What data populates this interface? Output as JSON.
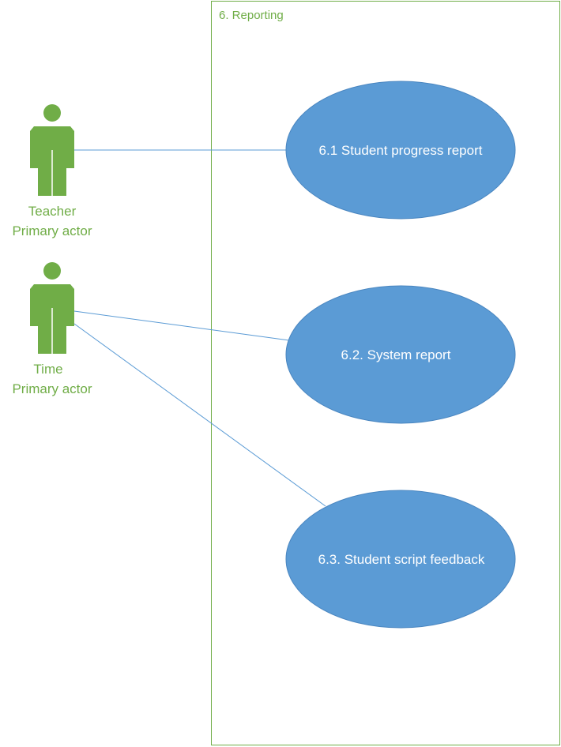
{
  "colors": {
    "actor": "#70AD47",
    "usecase_fill": "#5B9BD5",
    "usecase_text": "#FFFFFF",
    "connector": "#5B9BD5",
    "boundary": "#70AD47"
  },
  "boundary": {
    "label": "6. Reporting"
  },
  "actors": [
    {
      "id": "teacher",
      "name": "Teacher",
      "role": "Primary actor",
      "icon": "person-icon"
    },
    {
      "id": "time",
      "name": "Time",
      "role": "Primary actor",
      "icon": "person-icon"
    }
  ],
  "use_cases": [
    {
      "id": "uc1",
      "label": "6.1 Student progress report"
    },
    {
      "id": "uc2",
      "label": "6.2. System report"
    },
    {
      "id": "uc3",
      "label": "6.3. Student script feedback"
    }
  ],
  "associations": [
    {
      "from": "teacher",
      "to": "uc1"
    },
    {
      "from": "time",
      "to": "uc2"
    },
    {
      "from": "time",
      "to": "uc3"
    }
  ]
}
